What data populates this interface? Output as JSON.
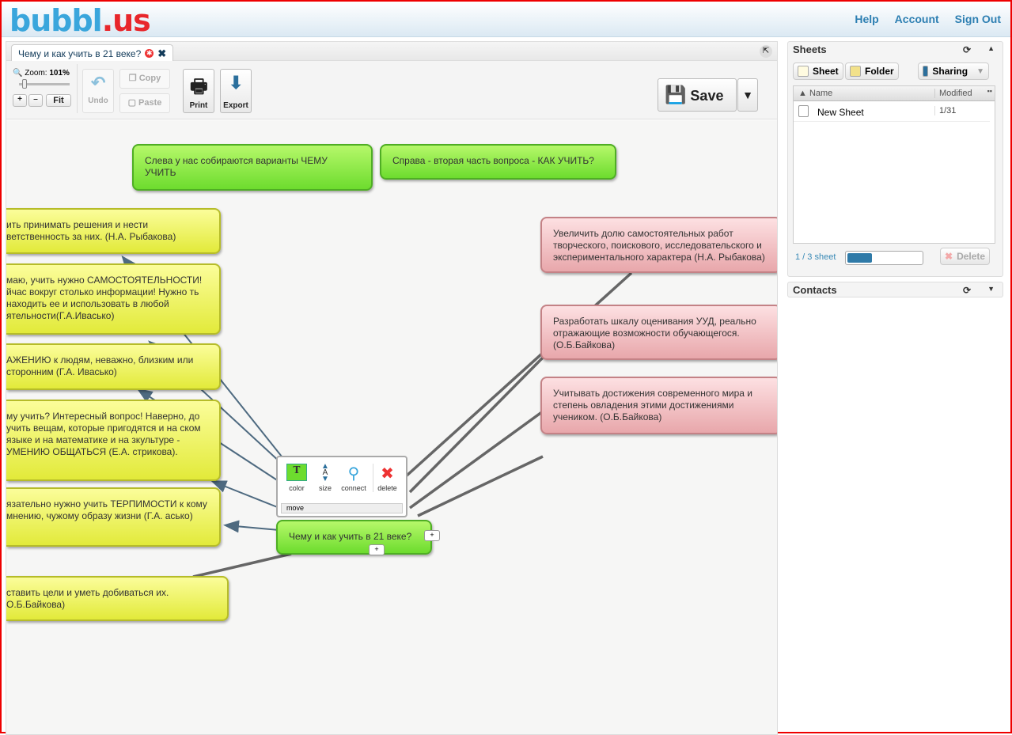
{
  "header": {
    "logo": "bubbl.us",
    "links": [
      "Help",
      "Account",
      "Sign Out"
    ]
  },
  "tab": {
    "title": "Чему и как учить в 21 веке?"
  },
  "toolbar": {
    "zoom_label": "Zoom:",
    "zoom_value": "101%",
    "plus": "+",
    "minus": "–",
    "fit": "Fit",
    "undo": "Undo",
    "copy": "Copy",
    "paste": "Paste",
    "print": "Print",
    "export": "Export",
    "save": "Save"
  },
  "popup": {
    "color": "color",
    "size": "size",
    "connect": "connect",
    "delete": "delete",
    "move": "move"
  },
  "nodes": {
    "green1": "Слева у нас собираются варианты ЧЕМУ УЧИТЬ",
    "green2": "Справа - вторая часть вопроса - КАК УЧИТЬ?",
    "center": "Чему и как учить в 21 веке?",
    "y1": "ить принимать решения и нести ветственность за них. (Н.А. Рыбакова)",
    "y2": "маю, учить нужно САМОСТОЯТЕЛЬНОСТИ! йчас вокруг столько информации! Нужно ть находить ее и использовать в любой ятельности(Г.А.Ивасько)",
    "y3": "АЖЕНИЮ к людям, неважно, близким или сторонним (Г.А. Ивасько)",
    "y4": "му учить? Интересный вопрос! Наверно, до учить вещам, которые пригодятся и на ском языке и на математике и на зкультуре - УМЕНИЮ ОБЩАТЬСЯ (Е.А. стрикова).",
    "y5": "язательно нужно учить ТЕРПИМОСТИ к кому мнению, чужому образу жизни (Г.А. асько)",
    "y6": "ставить цели и уметь добиваться их. О.Б.Байкова)",
    "p1": "Увеличить долю самостоятельных работ творческого, поискового, исследовательского и экспериментального характера (Н.А. Рыбакова)",
    "p2": "Разработать шкалу оценивания УУД, реально отражающие  возможности обучающегося. (О.Б.Байкова)",
    "p3": "Учитывать достижения современного мира и степень овладения этими достижениями учеником. (О.Б.Байкова)"
  },
  "sheets": {
    "title": "Sheets",
    "sheet_btn": "Sheet",
    "folder_btn": "Folder",
    "sharing_btn": "Sharing",
    "col_name": "Name",
    "col_modified": "Modified",
    "rows": [
      {
        "name": "New Sheet",
        "modified": "1/31"
      }
    ],
    "count": "1 / 3 sheet",
    "quota_percent": 33,
    "delete": "Delete"
  },
  "contacts": {
    "title": "Contacts"
  }
}
